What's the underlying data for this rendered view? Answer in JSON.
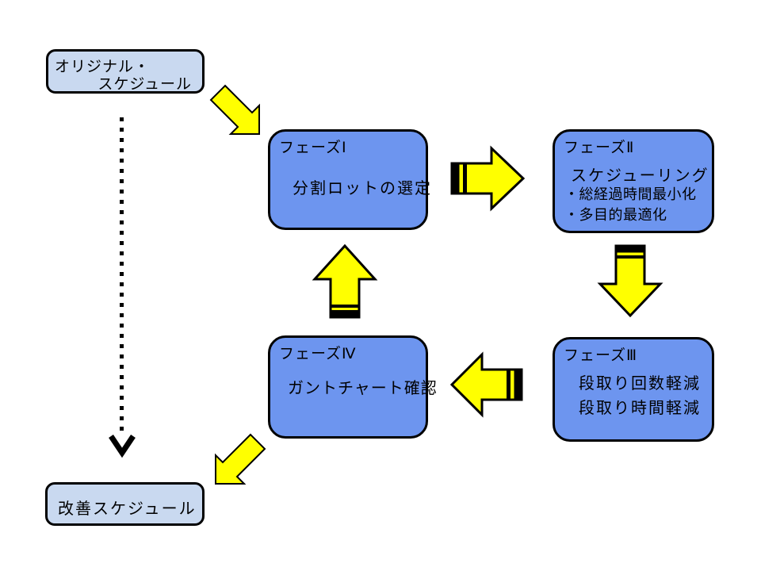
{
  "colors": {
    "background": "#ffffff",
    "phase_box_fill": "#6d95ef",
    "schedule_box_fill": "#c9d9f0",
    "arrow_fill": "#ffff00",
    "outline": "#000000"
  },
  "nodes": {
    "original_schedule": {
      "line1": "オリジナル・",
      "line2": "スケジュール"
    },
    "phase1": {
      "title": "フェーズⅠ",
      "body": "分割ロットの選定"
    },
    "phase2": {
      "title": "フェーズⅡ",
      "subtitle": "スケジューリング",
      "bullets": [
        "・総経過時間最小化",
        "・多目的最適化"
      ]
    },
    "phase3": {
      "title": "フェーズⅢ",
      "lines": [
        "段取り回数軽減",
        "段取り時間軽減"
      ]
    },
    "phase4": {
      "title": "フェーズⅣ",
      "body": "ガントチャート確認"
    },
    "improved_schedule": {
      "label": "改善スケジュール"
    }
  }
}
